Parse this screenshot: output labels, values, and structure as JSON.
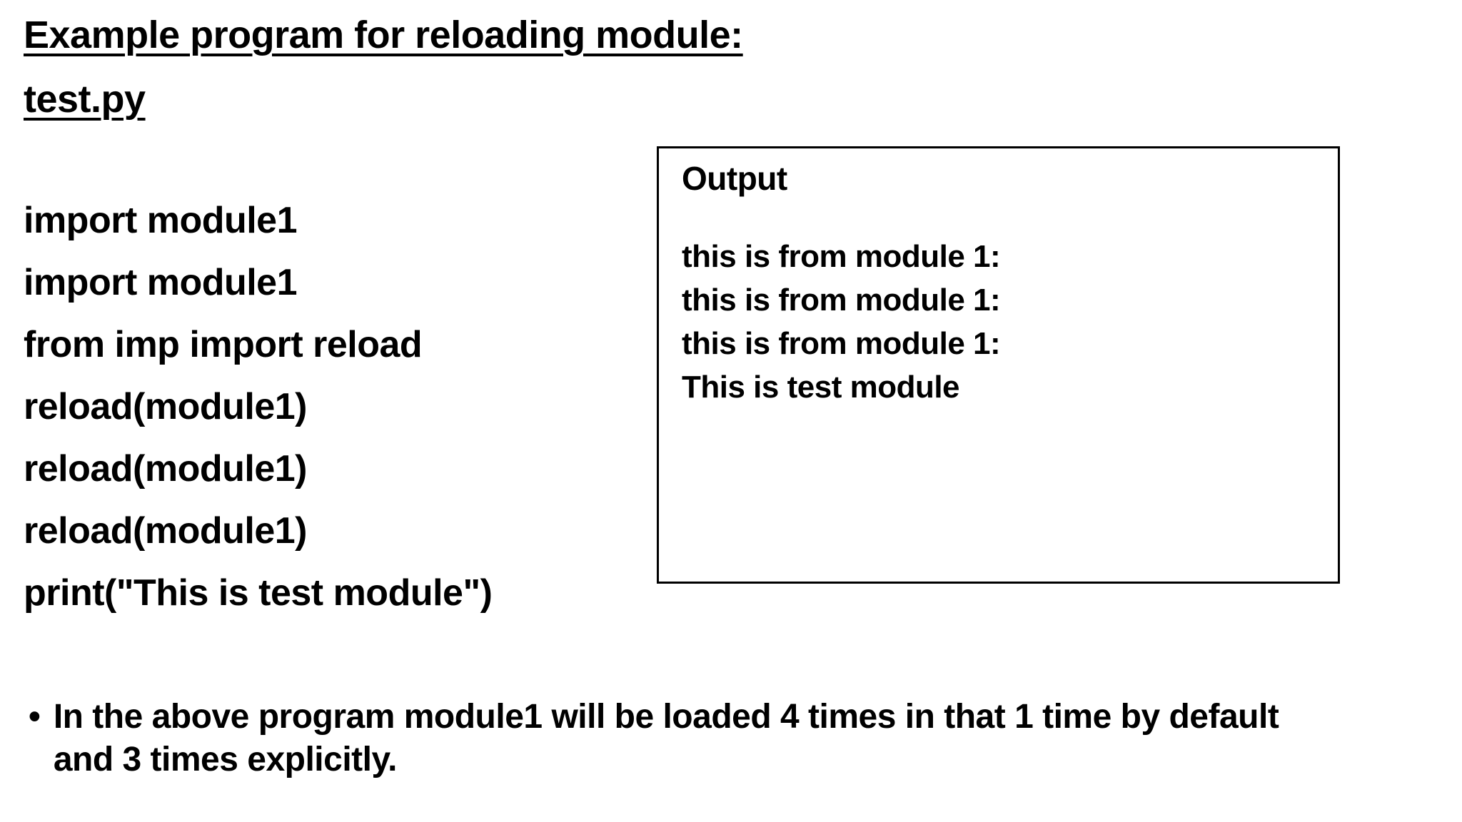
{
  "slide": {
    "title": "Example program for reloading module:",
    "filename": "test.py",
    "code_lines": [
      "import module1",
      "import module1",
      "from imp import reload",
      "reload(module1)",
      "reload(module1)",
      "reload(module1)",
      "print(\"This is test module\")"
    ],
    "output_box": {
      "label": "Output",
      "lines": [
        "this is from module 1:",
        "this is from module 1:",
        "this is from module 1:",
        "This is test module"
      ]
    },
    "bullet": {
      "marker": "•",
      "lines": [
        "In the above program module1 will be loaded 4 times in that 1 time by default",
        "and 3 times explicitly."
      ]
    },
    "colors": {
      "background": "#ffffff",
      "text": "#000000",
      "box_border": "#000000"
    }
  }
}
